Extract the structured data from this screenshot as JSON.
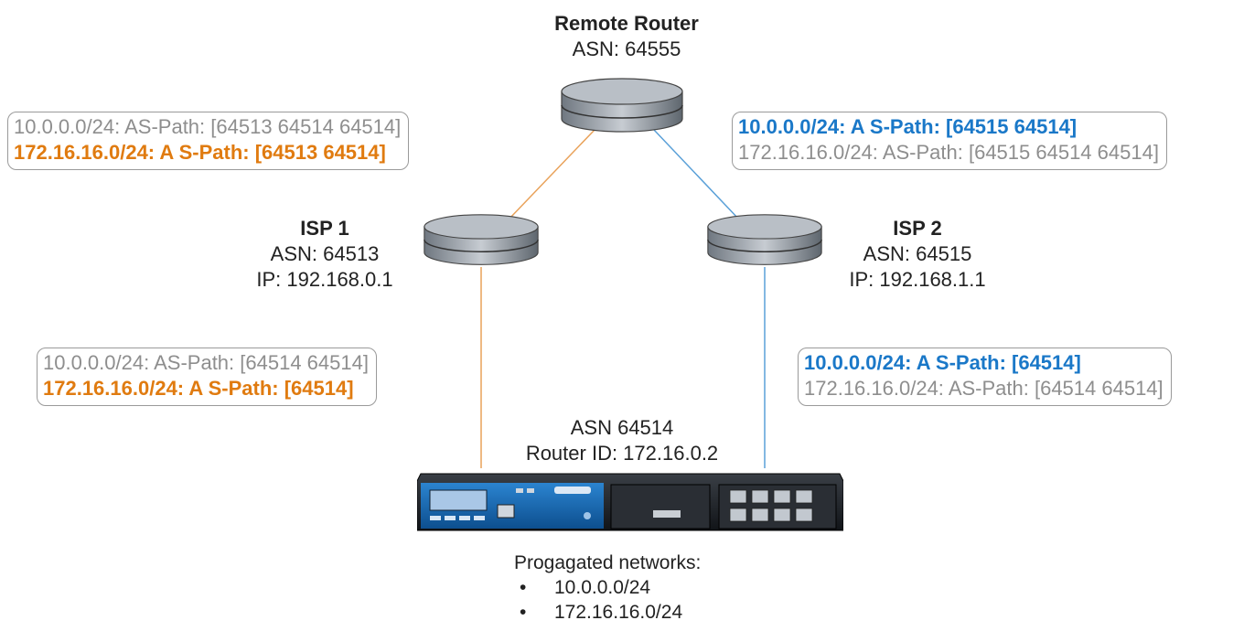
{
  "remote": {
    "name": "Remote Router",
    "asn": "ASN: 64555"
  },
  "isp1": {
    "name": "ISP 1",
    "asn": "ASN: 64513",
    "ip": "IP: 192.168.0.1"
  },
  "isp2": {
    "name": "ISP 2",
    "asn": "ASN: 64515",
    "ip": "IP: 192.168.1.1"
  },
  "local": {
    "asn": "ASN 64514",
    "router_id": "Router ID: 172.16.0.2"
  },
  "box_remote_left": {
    "line1": "10.0.0.0/24: AS-Path: [64513 64514 64514]",
    "line2": "172.16.16.0/24: A S-Path: [64513 64514]"
  },
  "box_remote_right": {
    "line1": "10.0.0.0/24: A S-Path: [64515 64514]",
    "line2": "172.16.16.0/24: AS-Path: [64515 64514 64514]"
  },
  "box_isp1": {
    "line1": "10.0.0.0/24: AS-Path: [64514 64514]",
    "line2": "172.16.16.0/24: A S-Path: [64514]"
  },
  "box_isp2": {
    "line1": "10.0.0.0/24: A S-Path: [64514]",
    "line2": "172.16.16.0/24: AS-Path: [64514 64514]"
  },
  "propagated": {
    "title": "Progagated networks:",
    "items": [
      "10.0.0.0/24",
      "172.16.16.0/24"
    ]
  },
  "colors": {
    "orange": "#e07b10",
    "blue": "#1a78c8",
    "gray": "#8e8e8e"
  },
  "icons": {
    "router": "router-icon",
    "firewall": "firewall-appliance-icon"
  }
}
